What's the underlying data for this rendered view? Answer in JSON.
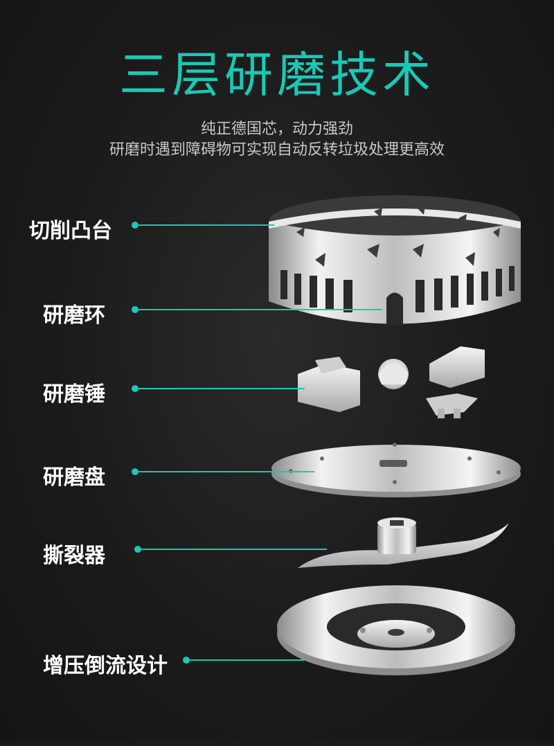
{
  "title": "三层研磨技术",
  "subtitle_line1": "纯正德国芯，动力强劲",
  "subtitle_line2": "研磨时遇到障碍物可实现自动反转垃圾处理更高效",
  "labels": [
    {
      "text": "切削凸台"
    },
    {
      "text": "研磨环"
    },
    {
      "text": "研磨锤"
    },
    {
      "text": "研磨盘"
    },
    {
      "text": "撕裂器"
    },
    {
      "text": "增压倒流设计"
    }
  ],
  "colors": {
    "accent": "#19c9b7",
    "background": "#1b1b1b",
    "label": "#ffffff",
    "subtitle": "#c8c8c8",
    "metal": "#d9d9d9"
  }
}
